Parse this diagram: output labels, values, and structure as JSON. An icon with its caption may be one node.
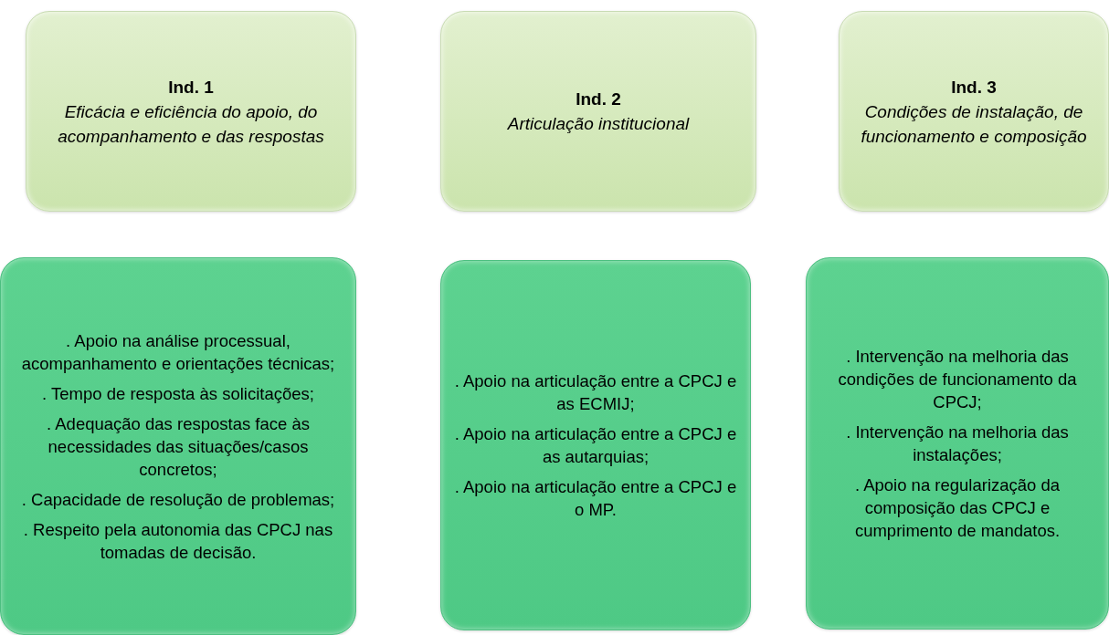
{
  "diagram": {
    "nodes": [
      {
        "text": [
          "Ind. 1",
          "Eficácia e eficiência do apoio, do acompanhamento e das respostas"
        ]
      },
      {
        "text": [
          "Ind. 2",
          "Articulação institucional"
        ]
      },
      {
        "text": [
          "Ind. 3",
          "Condições de instalação, de funcionamento e composição"
        ]
      },
      {
        "text": [
          ". Apoio na análise processual, acompanhamento e orientações técnicas;",
          ". Tempo de resposta às solicitações;",
          ". Adequação das respostas face às necessidades das situações/casos concretos;",
          ". Capacidade de resolução de problemas;",
          ". Respeito pela autonomia das CPCJ nas tomadas de decisão."
        ]
      },
      {
        "text": [
          ". Apoio na articulação entre a CPCJ e as ECMIJ;",
          ". Apoio na articulação entre a CPCJ e as autarquias;",
          ". Apoio na articulação entre a CPCJ e o MP."
        ]
      },
      {
        "text": [
          ". Intervenção na melhoria das condições de funcionamento da CPCJ;",
          ". Intervenção na melhoria das instalações;",
          ". Apoio na regularização da composição das CPCJ e cumprimento de mandatos."
        ]
      }
    ]
  }
}
